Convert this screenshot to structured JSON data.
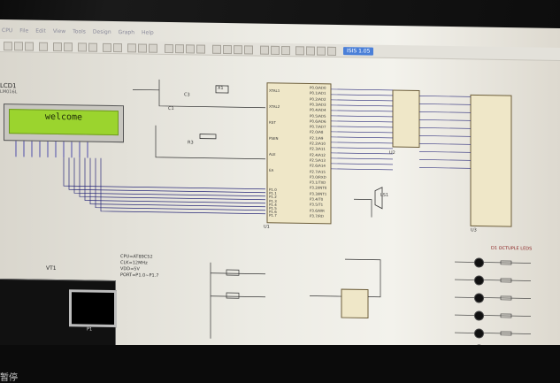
{
  "window": {
    "title_fragment": "CPU",
    "menu": [
      "File",
      "Edit",
      "View",
      "Tools",
      "Design",
      "Graph",
      "Help"
    ],
    "doc_tab": "ISIS 1.05"
  },
  "schematic": {
    "lcd": {
      "ref": "LCD1",
      "part": "LM016L",
      "display_text": "welcome"
    },
    "labels": {
      "crystal": "X1",
      "cap_c3": "C3",
      "cap_c1": "C1",
      "res_r": "R3",
      "chip_u1": "U1",
      "chip_u2": "U2",
      "chip_u3": "U3",
      "ls": "LS1",
      "vt": "VT1",
      "p1": "P1",
      "leds_title": "D1  OCTUPLE LEDS",
      "info_lines": [
        "CPU=AT89C52",
        "CLK=12MHz",
        "VDD=5V",
        "PORT=P1.0~P1.7"
      ]
    },
    "u1_left_pins": [
      "XTAL1",
      "XTAL2",
      "RST",
      "PSEN",
      "ALE",
      "EA"
    ],
    "u1_right_pins": [
      "P0.0/AD0",
      "P0.1/AD1",
      "P0.2/AD2",
      "P0.3/AD3",
      "P0.4/AD4",
      "P0.5/AD5",
      "P0.6/AD6",
      "P0.7/AD7",
      "P2.0/A8",
      "P2.1/A9",
      "P2.2/A10",
      "P2.3/A11",
      "P2.4/A12",
      "P2.5/A13",
      "P2.6/A14",
      "P2.7/A15",
      "P3.0/RXD",
      "P3.1/TXD",
      "P3.2/INT0",
      "P3.3/INT1",
      "P3.4/T0",
      "P3.5/T1",
      "P3.6/WR",
      "P3.7/RD"
    ],
    "u1_bottom_left_pins": [
      "P1.0",
      "P1.1",
      "P1.2",
      "P1.3",
      "P1.4",
      "P1.5",
      "P1.6",
      "P1.7"
    ]
  },
  "status_bar": {
    "text": "暂停"
  }
}
